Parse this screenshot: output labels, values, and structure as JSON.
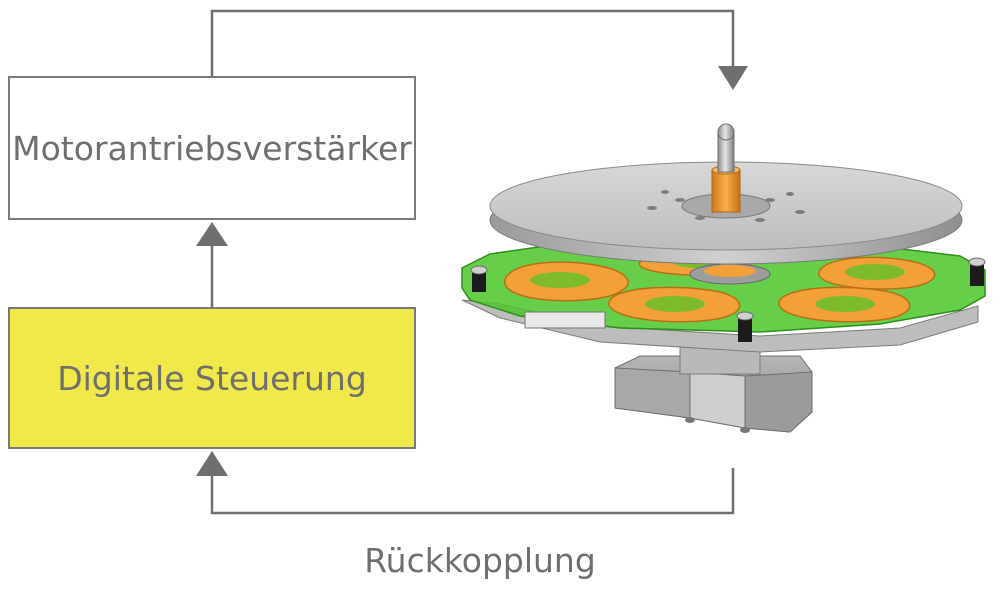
{
  "blocks": {
    "motor_amplifier": "Motorantriebsverstärker",
    "digital_control": "Digitale Steuerung"
  },
  "feedback_label": "Rückkopplung",
  "colors": {
    "line": "#6f6f6f",
    "box_border": "#7a7a7a",
    "control_fill": "#f1e84a",
    "text": "#6f6f6f",
    "pcb_green": "#4cc62a",
    "coil_orange": "#f2a037",
    "metal": "#c9c9c9"
  }
}
